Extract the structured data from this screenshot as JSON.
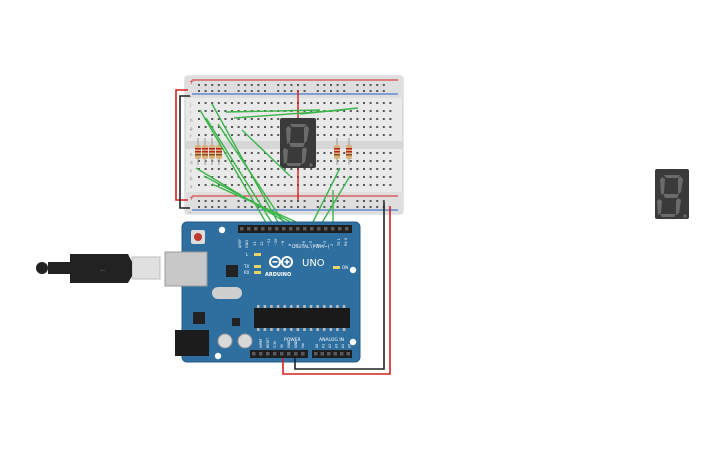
{
  "arduino": {
    "brand": "ARDUINO",
    "model": "UNO",
    "digital_header_label": "DIGITAL (PWM~)",
    "power_label": "POWER",
    "analog_label": "ANALOG IN",
    "led_on_label": "ON",
    "led_l_label": "L",
    "led_tx_label": "TX",
    "led_rx_label": "RX",
    "aref_label": "AREF",
    "gnd_label": "GND",
    "digital_pins": [
      "13",
      "12",
      "~11",
      "~10",
      "~9",
      "8",
      "7",
      "~6",
      "~5",
      "4",
      "~3",
      "2",
      "TX 1",
      "RX 0"
    ],
    "power_pins": [
      "IOREF",
      "RESET",
      "3.3V",
      "5V",
      "GND",
      "GND",
      "Vin"
    ],
    "analog_pins": [
      "A0",
      "A1",
      "A2",
      "A3",
      "A4",
      "A5"
    ]
  },
  "breadboard": {
    "rail_plus": "+",
    "rail_minus": "-",
    "row_letters_top": [
      "j",
      "i",
      "h",
      "g",
      "f"
    ],
    "row_letters_bottom": [
      "e",
      "d",
      "c",
      "b",
      "a"
    ]
  },
  "colors": {
    "board_blue": "#2f6fa0",
    "wire_green": "#3cb44b",
    "wire_red": "#d42020",
    "wire_black": "#222222",
    "display_body": "#3a3a3a",
    "segment_off": "#6b6b6b"
  }
}
